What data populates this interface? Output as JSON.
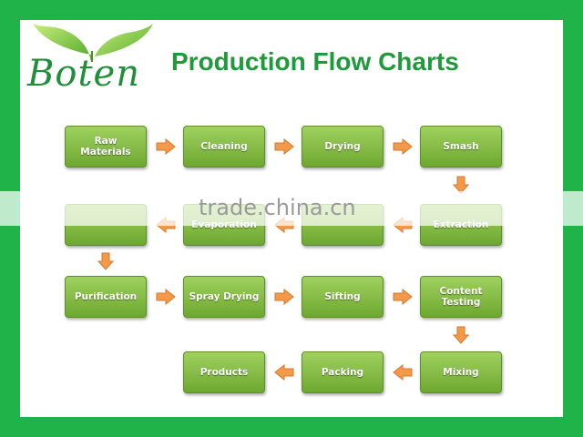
{
  "brand": {
    "logo_text": "Boten",
    "logo_icon": "leaf-sprout-icon"
  },
  "title": "Production Flow Charts",
  "watermark": "trade.china.cn",
  "colors": {
    "frame": "#1fb34a",
    "box_top": "#9fd160",
    "box_bottom": "#6ea82f",
    "arrow": "#f39a4a",
    "title": "#1f9a3a"
  },
  "steps": {
    "raw_materials": "Raw Materials",
    "cleaning": "Cleaning",
    "drying": "Drying",
    "smash": "Smash",
    "extraction": "Extraction",
    "evaporation": "Evaporation",
    "purification": "Purification",
    "spray_drying": "Spray Drying",
    "sifting": "Sifting",
    "content_testing": "Content Testing",
    "mixing": "Mixing",
    "packing": "Packing",
    "products": "Products"
  }
}
